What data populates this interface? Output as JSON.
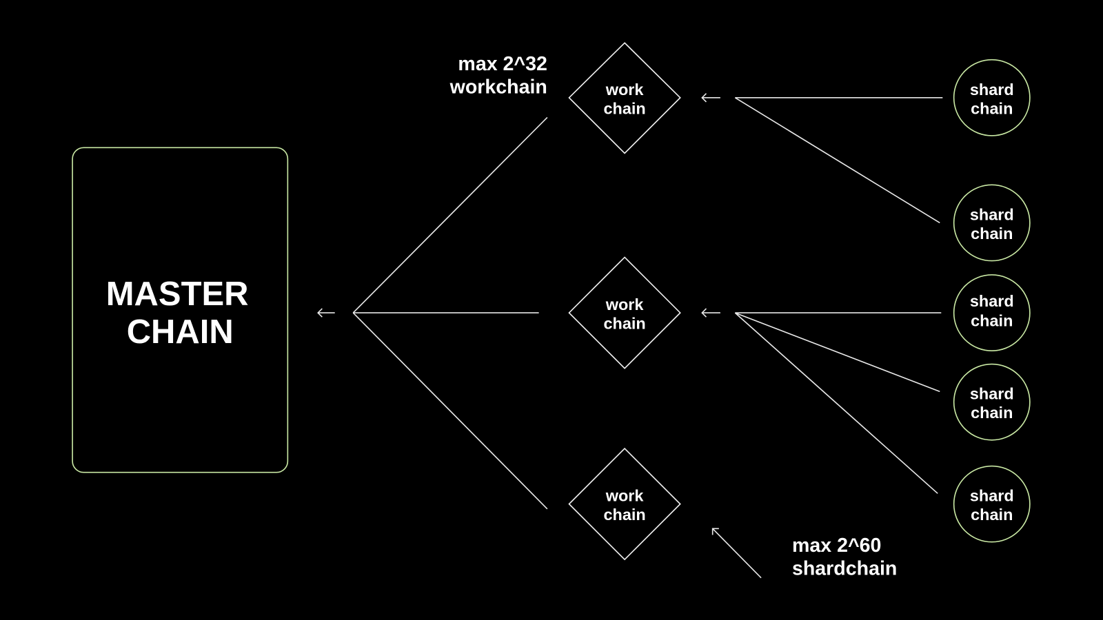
{
  "master": {
    "line1": "MASTER",
    "line2": "CHAIN"
  },
  "workchains": [
    {
      "line1": "work",
      "line2": "chain"
    },
    {
      "line1": "work",
      "line2": "chain"
    },
    {
      "line1": "work",
      "line2": "chain"
    }
  ],
  "shardchains": [
    {
      "line1": "shard",
      "line2": "chain"
    },
    {
      "line1": "shard",
      "line2": "chain"
    },
    {
      "line1": "shard",
      "line2": "chain"
    },
    {
      "line1": "shard",
      "line2": "chain"
    },
    {
      "line1": "shard",
      "line2": "chain"
    }
  ],
  "annotations": {
    "workchain_max": {
      "line1": "max 2^32",
      "line2": "workchain"
    },
    "shardchain_max": {
      "line1": "max 2^60",
      "line2": "shardchain"
    }
  },
  "colors": {
    "background": "#000000",
    "node_stroke": "#c9e8a4",
    "line": "#e8e8e8"
  }
}
